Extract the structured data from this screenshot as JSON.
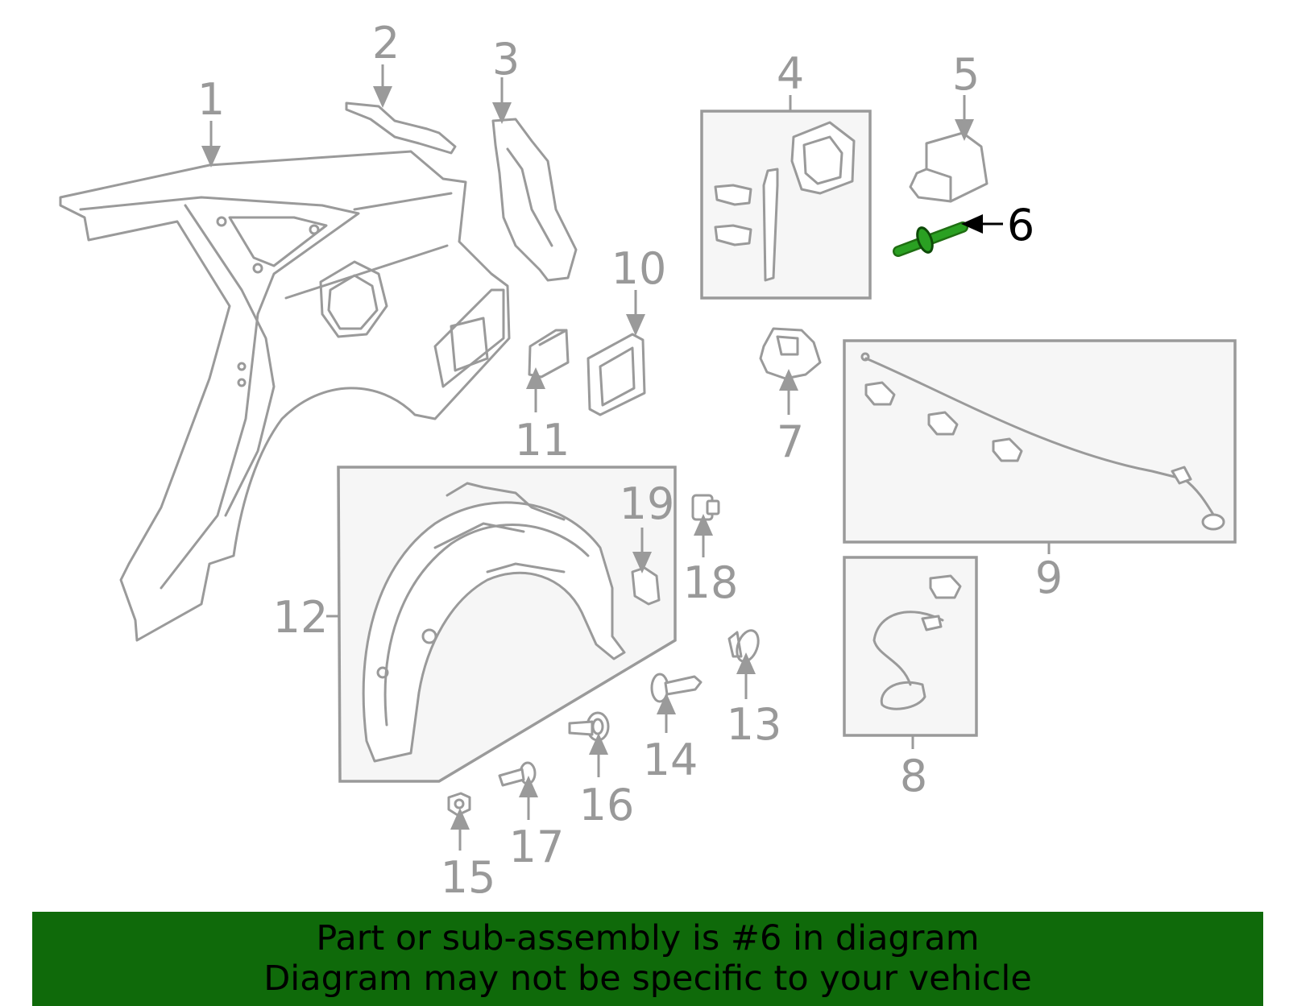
{
  "diagram": {
    "highlighted_part": "6",
    "callouts": [
      "1",
      "2",
      "3",
      "4",
      "5",
      "6",
      "7",
      "8",
      "9",
      "10",
      "11",
      "12",
      "13",
      "14",
      "15",
      "16",
      "17",
      "18",
      "19"
    ]
  },
  "colors": {
    "line_art": "#9a9a9a",
    "highlight": "#1f8f1a",
    "banner_bg": "#0f6a0a",
    "banner_text": "#000000"
  },
  "banner": {
    "line1": "Part or sub-assembly is #6 in diagram",
    "line2": "Diagram may not be specific to your vehicle"
  }
}
